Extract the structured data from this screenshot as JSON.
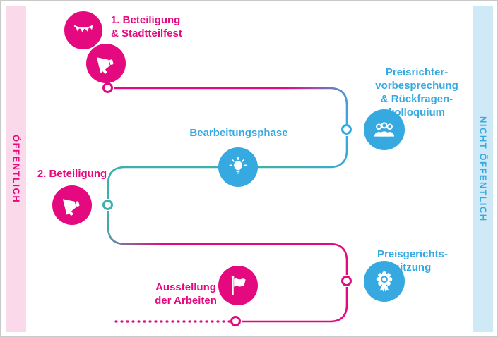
{
  "colors": {
    "pink": "#e5097f",
    "pinkLight": "#f9d9ea",
    "blue": "#36a9e1",
    "blueLight": "#cfe9f7",
    "teal": "#3fafac",
    "frameBorder": "#c9c9c9",
    "background": "#ffffff"
  },
  "sidebars": {
    "left": {
      "label": "ÖFFENTLICH"
    },
    "right": {
      "label": "NICHT ÖFFENTLICH"
    }
  },
  "steps": [
    {
      "name": "1. Beteiligung & Stadtteilfest",
      "lines": [
        "1. Beteiligung",
        "& Stadtteilfest"
      ],
      "icons": [
        "bunting-icon",
        "megaphone-icon"
      ],
      "color": "pink"
    },
    {
      "name": "Preisrichtervorbesprechung & Rückfragenkolloquium",
      "lines": [
        "Preisrichter-",
        "vorbesprechung",
        "& Rückfragen-",
        "kolloquium"
      ],
      "icons": [
        "jury-people-icon"
      ],
      "color": "blue"
    },
    {
      "name": "Bearbeitungsphase",
      "lines": [
        "Bearbeitungsphase"
      ],
      "icons": [
        "lightbulb-icon"
      ],
      "color": "blue"
    },
    {
      "name": "2. Beteiligung",
      "lines": [
        "2. Beteiligung"
      ],
      "icons": [
        "megaphone-icon"
      ],
      "color": "pink"
    },
    {
      "name": "Preisgerichtssitzung",
      "lines": [
        "Preisgerichts-",
        "sitzung"
      ],
      "icons": [
        "award-icon"
      ],
      "color": "blue"
    },
    {
      "name": "Ausstellung der Arbeiten",
      "lines": [
        "Ausstellung",
        "der Arbeiten"
      ],
      "icons": [
        "flag-icon"
      ],
      "color": "pink"
    }
  ]
}
